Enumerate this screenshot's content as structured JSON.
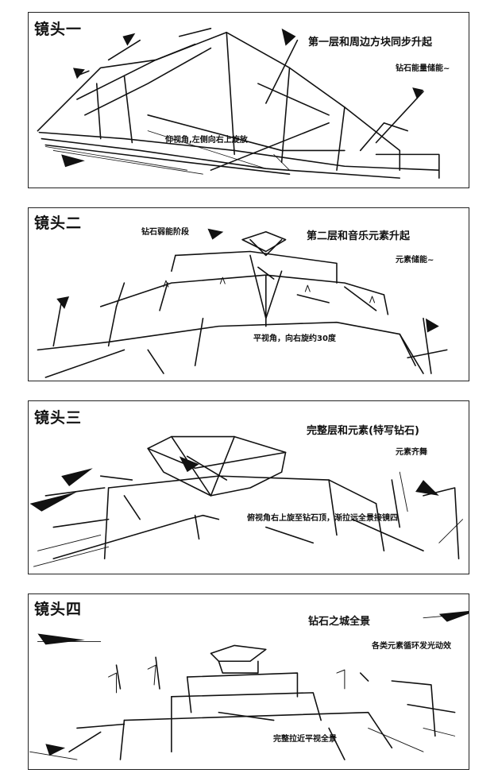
{
  "panels": [
    {
      "title": "镜头一",
      "notes": [
        "第一层和周边方块同步升起",
        "钻石能量储能~",
        "仰视角,左侧向右上旋放"
      ]
    },
    {
      "title": "镜头二",
      "notes": [
        "钻石弱能阶段",
        "第二层和音乐元素升起",
        "元素储能~",
        "平视角，向右旋约30度"
      ]
    },
    {
      "title": "镜头三",
      "notes": [
        "完整层和元素(特写钻石)",
        "元素齐舞",
        "俯视角右上旋至钻石顶，渐拉远全景接镜四"
      ]
    },
    {
      "title": "镜头四",
      "notes": [
        "钻石之城全景",
        "各类元素循环发光动效",
        "完整拉近平视全景"
      ]
    }
  ]
}
